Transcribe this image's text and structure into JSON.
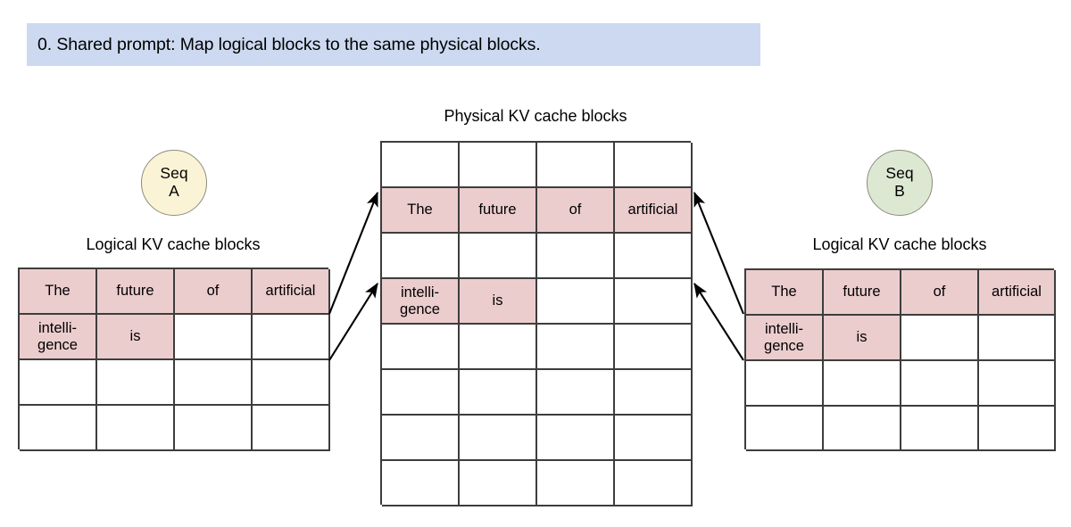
{
  "banner": {
    "text": "0. Shared prompt: Map logical blocks to the same physical blocks."
  },
  "captions": {
    "physical": "Physical KV cache blocks",
    "logical_a": "Logical KV cache blocks",
    "logical_b": "Logical KV cache blocks"
  },
  "sequences": {
    "a": {
      "line1": "Seq",
      "line2": "A",
      "color": "#faf3d5"
    },
    "b": {
      "line1": "Seq",
      "line2": "B",
      "color": "#dde8d3"
    }
  },
  "colors": {
    "banner_bg": "#ccd9f0",
    "filled_block": "#eccdce",
    "empty_block": "#ffffff",
    "border": "#3d3d3d",
    "arrow": "#000000"
  },
  "logical_a": {
    "rows": 4,
    "cols": 4,
    "cells": [
      [
        {
          "text": "The",
          "filled": true
        },
        {
          "text": "future",
          "filled": true
        },
        {
          "text": "of",
          "filled": true
        },
        {
          "text": "artificial",
          "filled": true
        }
      ],
      [
        {
          "text": "intelli-\ngence",
          "filled": true
        },
        {
          "text": "is",
          "filled": true
        },
        {
          "text": "",
          "filled": false
        },
        {
          "text": "",
          "filled": false
        }
      ],
      [
        {
          "text": "",
          "filled": false
        },
        {
          "text": "",
          "filled": false
        },
        {
          "text": "",
          "filled": false
        },
        {
          "text": "",
          "filled": false
        }
      ],
      [
        {
          "text": "",
          "filled": false
        },
        {
          "text": "",
          "filled": false
        },
        {
          "text": "",
          "filled": false
        },
        {
          "text": "",
          "filled": false
        }
      ]
    ]
  },
  "logical_b": {
    "rows": 4,
    "cols": 4,
    "cells": [
      [
        {
          "text": "The",
          "filled": true
        },
        {
          "text": "future",
          "filled": true
        },
        {
          "text": "of",
          "filled": true
        },
        {
          "text": "artificial",
          "filled": true
        }
      ],
      [
        {
          "text": "intelli-\ngence",
          "filled": true
        },
        {
          "text": "is",
          "filled": true
        },
        {
          "text": "",
          "filled": false
        },
        {
          "text": "",
          "filled": false
        }
      ],
      [
        {
          "text": "",
          "filled": false
        },
        {
          "text": "",
          "filled": false
        },
        {
          "text": "",
          "filled": false
        },
        {
          "text": "",
          "filled": false
        }
      ],
      [
        {
          "text": "",
          "filled": false
        },
        {
          "text": "",
          "filled": false
        },
        {
          "text": "",
          "filled": false
        },
        {
          "text": "",
          "filled": false
        }
      ]
    ]
  },
  "physical": {
    "rows": 8,
    "cols": 4,
    "cells": [
      [
        {
          "text": "",
          "filled": false
        },
        {
          "text": "",
          "filled": false
        },
        {
          "text": "",
          "filled": false
        },
        {
          "text": "",
          "filled": false
        }
      ],
      [
        {
          "text": "The",
          "filled": true
        },
        {
          "text": "future",
          "filled": true
        },
        {
          "text": "of",
          "filled": true
        },
        {
          "text": "artificial",
          "filled": true
        }
      ],
      [
        {
          "text": "",
          "filled": false
        },
        {
          "text": "",
          "filled": false
        },
        {
          "text": "",
          "filled": false
        },
        {
          "text": "",
          "filled": false
        }
      ],
      [
        {
          "text": "intelli-\ngence",
          "filled": true
        },
        {
          "text": "is",
          "filled": true
        },
        {
          "text": "",
          "filled": false
        },
        {
          "text": "",
          "filled": false
        }
      ],
      [
        {
          "text": "",
          "filled": false
        },
        {
          "text": "",
          "filled": false
        },
        {
          "text": "",
          "filled": false
        },
        {
          "text": "",
          "filled": false
        }
      ],
      [
        {
          "text": "",
          "filled": false
        },
        {
          "text": "",
          "filled": false
        },
        {
          "text": "",
          "filled": false
        },
        {
          "text": "",
          "filled": false
        }
      ],
      [
        {
          "text": "",
          "filled": false
        },
        {
          "text": "",
          "filled": false
        },
        {
          "text": "",
          "filled": false
        },
        {
          "text": "",
          "filled": false
        }
      ],
      [
        {
          "text": "",
          "filled": false
        },
        {
          "text": "",
          "filled": false
        },
        {
          "text": "",
          "filled": false
        },
        {
          "text": "",
          "filled": false
        }
      ]
    ]
  },
  "mappings": [
    {
      "from": "logical-a-row-1",
      "to": "physical-row-2"
    },
    {
      "from": "logical-a-row-2",
      "to": "physical-row-4"
    },
    {
      "from": "logical-b-row-1",
      "to": "physical-row-2"
    },
    {
      "from": "logical-b-row-2",
      "to": "physical-row-4"
    }
  ]
}
